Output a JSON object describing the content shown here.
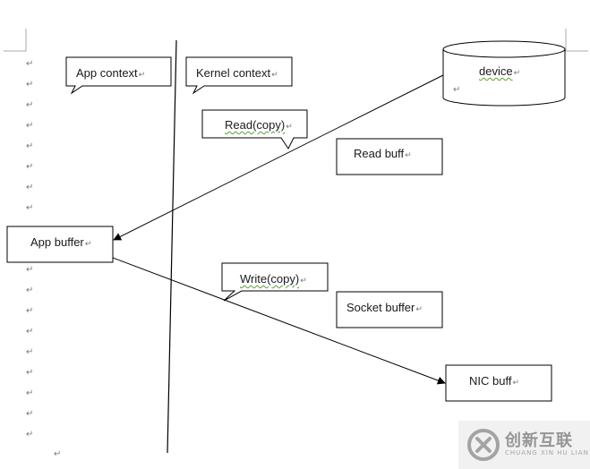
{
  "diagram": {
    "callouts": {
      "app_context": "App context",
      "kernel_context": "Kernel context",
      "read_copy": "Read(copy)",
      "write_copy": "Write(copy)"
    },
    "boxes": {
      "read_buff": "Read buff",
      "app_buffer": "App buffer",
      "socket_buffer": "Socket buffer",
      "nic_buff": "NIC buff"
    },
    "cylinder": {
      "device": "device"
    },
    "paragraph_mark": "↵"
  },
  "watermark": {
    "brand": "创新互联",
    "sub": "CHUANG XIN HU LIAN"
  },
  "colors": {
    "stroke": "#000000",
    "squiggle": "#5a9e3a",
    "watermark_bg": "#f0f0f0"
  }
}
